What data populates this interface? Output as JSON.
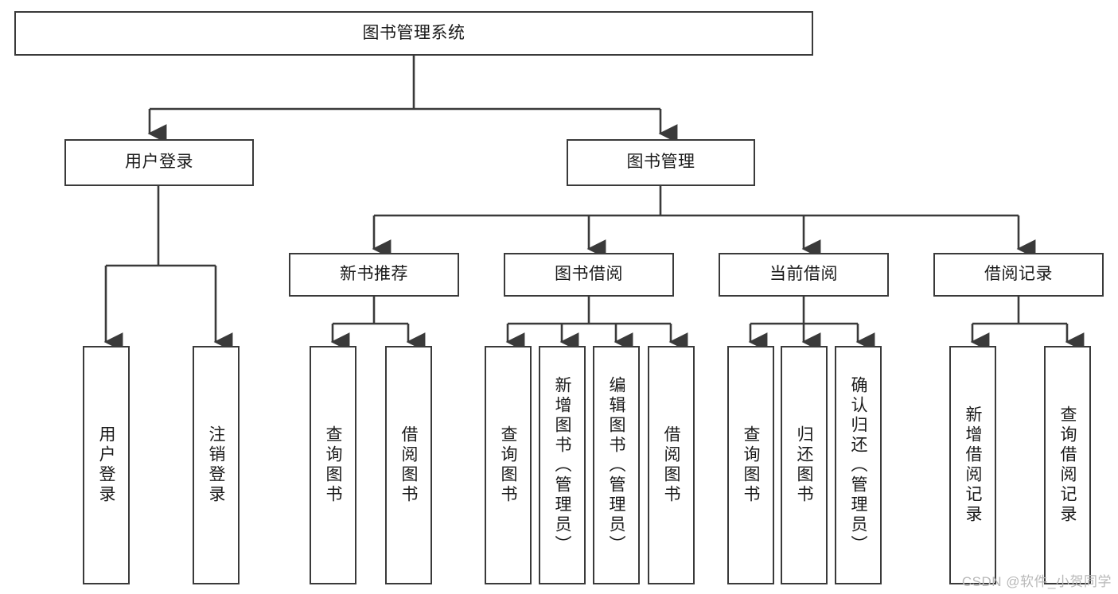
{
  "diagram": {
    "type": "tree-hierarchy-chart",
    "title": "图书管理系统",
    "colors": {
      "background": "#ffffff",
      "box_fill": "#ffffff",
      "box_border": "#3a3a3a",
      "connector": "#3a3a3a",
      "text": "#1a1a1a",
      "watermark": "#b8b8b8"
    },
    "root": {
      "label": "图书管理系统"
    },
    "level1": [
      {
        "label": "用户登录"
      },
      {
        "label": "图书管理"
      }
    ],
    "level2": [
      {
        "label": "新书推荐"
      },
      {
        "label": "图书借阅"
      },
      {
        "label": "当前借阅"
      },
      {
        "label": "借阅记录"
      }
    ],
    "leaves": {
      "user_login": [
        {
          "label": "用户登录"
        },
        {
          "label": "注销登录"
        }
      ],
      "new_book_recommend": [
        {
          "label": "查询图书"
        },
        {
          "label": "借阅图书"
        }
      ],
      "book_borrow": [
        {
          "label": "查询图书"
        },
        {
          "label": "新增图书（管理员）"
        },
        {
          "label": "编辑图书（管理员）"
        },
        {
          "label": "借阅图书"
        }
      ],
      "current_borrow": [
        {
          "label": "查询图书"
        },
        {
          "label": "归还图书"
        },
        {
          "label": "确认归还（管理员）"
        }
      ],
      "borrow_records": [
        {
          "label": "新增借阅记录"
        },
        {
          "label": "查询借阅记录"
        }
      ]
    }
  },
  "watermark": {
    "text": "CSDN @软件_小贺同学"
  }
}
